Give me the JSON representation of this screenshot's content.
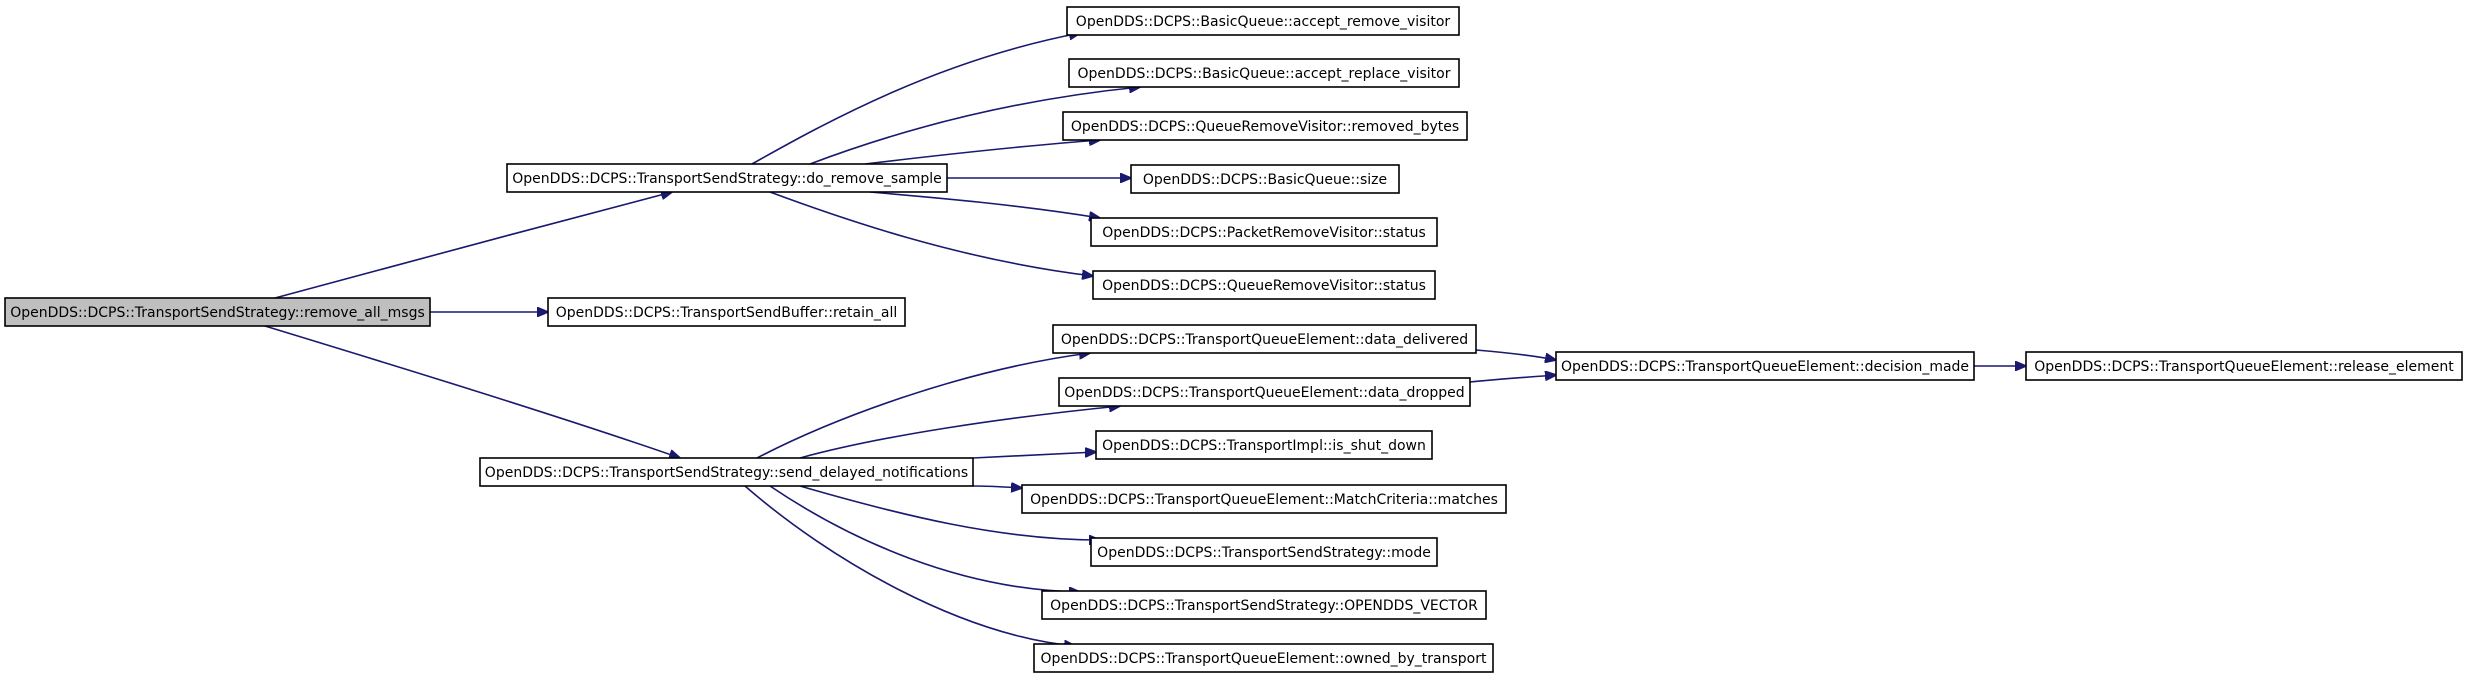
{
  "graph": {
    "root": "OpenDDS::DCPS::TransportSendStrategy::remove_all_msgs",
    "nodes": [
      {
        "id": "remove_all_msgs",
        "label": "OpenDDS::DCPS::TransportSendStrategy::remove_all_msgs",
        "root": true
      },
      {
        "id": "do_remove_sample",
        "label": "OpenDDS::DCPS::TransportSendStrategy::do_remove_sample"
      },
      {
        "id": "retain_all",
        "label": "OpenDDS::DCPS::TransportSendBuffer::retain_all"
      },
      {
        "id": "send_delayed_notifications",
        "label": "OpenDDS::DCPS::TransportSendStrategy::send_delayed_notifications"
      },
      {
        "id": "accept_remove_visitor",
        "label": "OpenDDS::DCPS::BasicQueue::accept_remove_visitor"
      },
      {
        "id": "accept_replace_visitor",
        "label": "OpenDDS::DCPS::BasicQueue::accept_replace_visitor"
      },
      {
        "id": "removed_bytes",
        "label": "OpenDDS::DCPS::QueueRemoveVisitor::removed_bytes"
      },
      {
        "id": "size",
        "label": "OpenDDS::DCPS::BasicQueue::size"
      },
      {
        "id": "packet_status",
        "label": "OpenDDS::DCPS::PacketRemoveVisitor::status"
      },
      {
        "id": "queue_status",
        "label": "OpenDDS::DCPS::QueueRemoveVisitor::status"
      },
      {
        "id": "data_delivered",
        "label": "OpenDDS::DCPS::TransportQueueElement::data_delivered"
      },
      {
        "id": "data_dropped",
        "label": "OpenDDS::DCPS::TransportQueueElement::data_dropped"
      },
      {
        "id": "is_shut_down",
        "label": "OpenDDS::DCPS::TransportImpl::is_shut_down"
      },
      {
        "id": "matches",
        "label": "OpenDDS::DCPS::TransportQueueElement::MatchCriteria::matches"
      },
      {
        "id": "mode",
        "label": "OpenDDS::DCPS::TransportSendStrategy::mode"
      },
      {
        "id": "opendds_vector",
        "label": "OpenDDS::DCPS::TransportSendStrategy::OPENDDS_VECTOR"
      },
      {
        "id": "owned_by_transport",
        "label": "OpenDDS::DCPS::TransportQueueElement::owned_by_transport"
      },
      {
        "id": "decision_made",
        "label": "OpenDDS::DCPS::TransportQueueElement::decision_made"
      },
      {
        "id": "release_element",
        "label": "OpenDDS::DCPS::TransportQueueElement::release_element"
      }
    ],
    "edges": [
      {
        "from": "remove_all_msgs",
        "to": "do_remove_sample"
      },
      {
        "from": "remove_all_msgs",
        "to": "retain_all"
      },
      {
        "from": "remove_all_msgs",
        "to": "send_delayed_notifications"
      },
      {
        "from": "do_remove_sample",
        "to": "accept_remove_visitor"
      },
      {
        "from": "do_remove_sample",
        "to": "accept_replace_visitor"
      },
      {
        "from": "do_remove_sample",
        "to": "removed_bytes"
      },
      {
        "from": "do_remove_sample",
        "to": "size"
      },
      {
        "from": "do_remove_sample",
        "to": "packet_status"
      },
      {
        "from": "do_remove_sample",
        "to": "queue_status"
      },
      {
        "from": "send_delayed_notifications",
        "to": "data_delivered"
      },
      {
        "from": "send_delayed_notifications",
        "to": "data_dropped"
      },
      {
        "from": "send_delayed_notifications",
        "to": "is_shut_down"
      },
      {
        "from": "send_delayed_notifications",
        "to": "matches"
      },
      {
        "from": "send_delayed_notifications",
        "to": "mode"
      },
      {
        "from": "send_delayed_notifications",
        "to": "opendds_vector"
      },
      {
        "from": "send_delayed_notifications",
        "to": "owned_by_transport"
      },
      {
        "from": "data_delivered",
        "to": "decision_made"
      },
      {
        "from": "data_dropped",
        "to": "decision_made"
      },
      {
        "from": "decision_made",
        "to": "release_element"
      }
    ],
    "colors": {
      "edge": "#191970",
      "root_fill": "#bfbfbf",
      "node_fill": "#ffffff",
      "node_stroke": "#000000"
    }
  }
}
